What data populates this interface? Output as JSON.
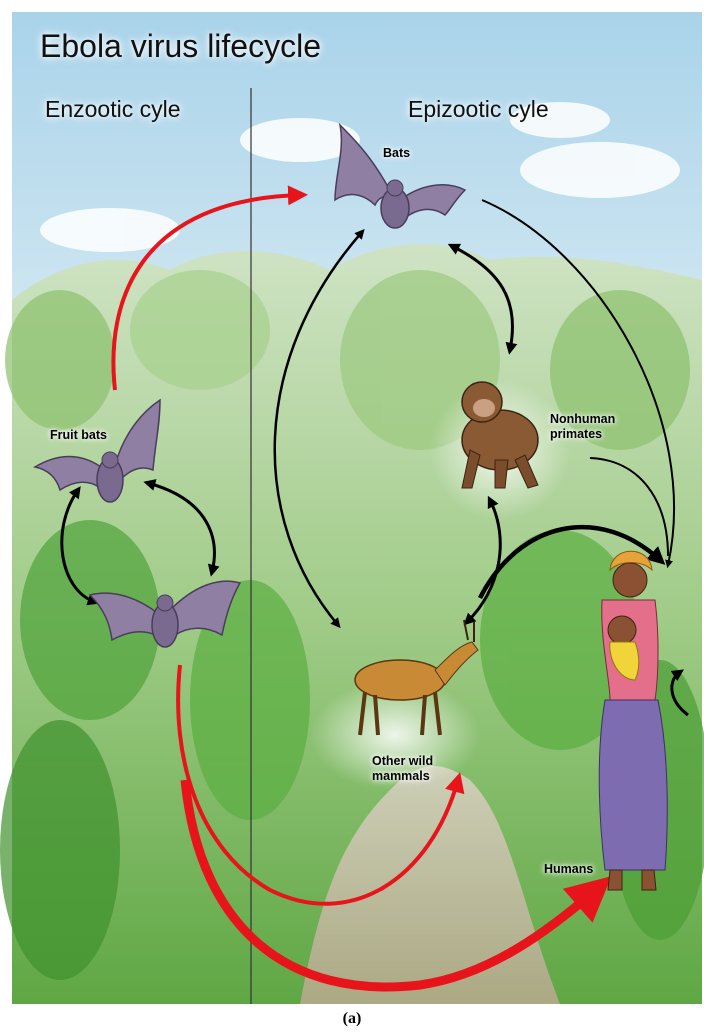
{
  "title": "Ebola virus lifecycle",
  "sections": {
    "enzootic": "Enzootic cyle",
    "epizootic": "Epizootic cyle"
  },
  "labels": {
    "bats": "Bats",
    "fruit_bats": "Fruit bats",
    "nonhuman_primates_line1": "Nonhuman",
    "nonhuman_primates_line2": "primates",
    "other_wild_mammals_line1": "Other wild",
    "other_wild_mammals_line2": "mammals",
    "humans": "Humans"
  },
  "caption": "(a)",
  "colors": {
    "spillover_arrow": "#e8141b",
    "cycle_arrow": "#000000",
    "bat": "#8f7fa3",
    "sky": "#bcdcec",
    "forest": "#6fb84a"
  },
  "icons": [
    "bat-icon",
    "fruit-bat-icon",
    "chimpanzee-icon",
    "antelope-icon",
    "human-mother-child-icon"
  ]
}
